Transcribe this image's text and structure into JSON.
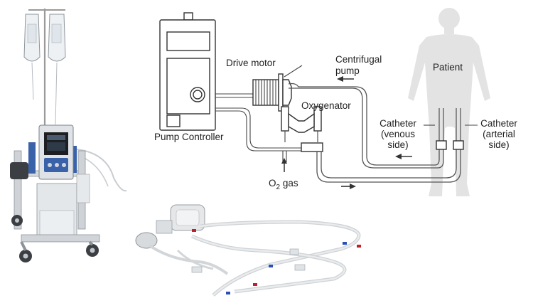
{
  "labels": {
    "drive_motor": "Drive motor",
    "centrifugal_pump_line1": "Centrifugal",
    "centrifugal_pump_line2": "pump",
    "oxygenator": "Oxygenator",
    "pump_controller": "Pump Controller",
    "o2_gas_o": "O",
    "o2_gas_sub": "2",
    "o2_gas_rest": " gas",
    "patient": "Patient",
    "catheter_venous_line1": "Catheter",
    "catheter_venous_line2": "(venous",
    "catheter_venous_line3": "side)",
    "catheter_arterial_line1": "Catheter",
    "catheter_arterial_line2": "(arterial",
    "catheter_arterial_line3": "side)"
  },
  "colors": {
    "stroke": "#333333",
    "silhouette": "#e3e3e3",
    "device_blue": "#3a62a8",
    "tube_red": "#c0202a",
    "tube_blue": "#2a4fb5"
  },
  "icons": [
    "arrow-left-icon",
    "arrow-right-icon",
    "arrow-up-icon"
  ]
}
